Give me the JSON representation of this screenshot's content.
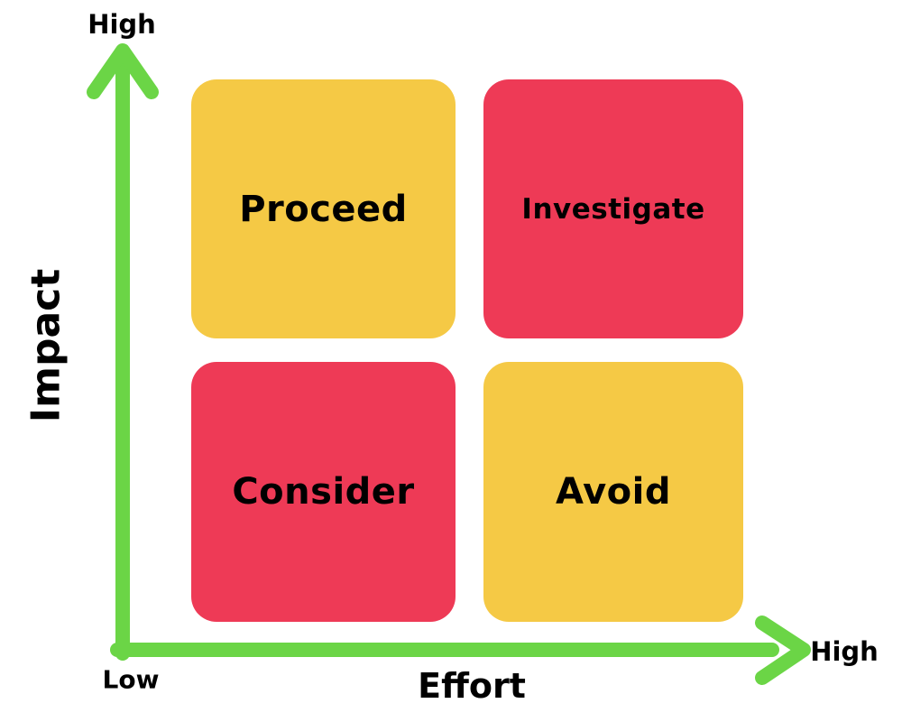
{
  "colors": {
    "axis_green": "#6BD546",
    "quadrant_yellow": "#F5C945",
    "quadrant_red": "#EE3A56",
    "text": "#000000"
  },
  "y_axis": {
    "label": "Impact",
    "top_label": "High",
    "bottom_label": "Low"
  },
  "x_axis": {
    "label": "Effort",
    "right_label": "High"
  },
  "quadrants": {
    "top_left": {
      "label": "Proceed",
      "color": "#F5C945",
      "impact": "High",
      "effort": "Low"
    },
    "top_right": {
      "label": "Investigate",
      "color": "#EE3A56",
      "impact": "High",
      "effort": "High"
    },
    "bottom_left": {
      "label": "Consider",
      "color": "#EE3A56",
      "impact": "Low",
      "effort": "Low"
    },
    "bottom_right": {
      "label": "Avoid",
      "color": "#F5C945",
      "impact": "Low",
      "effort": "High"
    }
  }
}
